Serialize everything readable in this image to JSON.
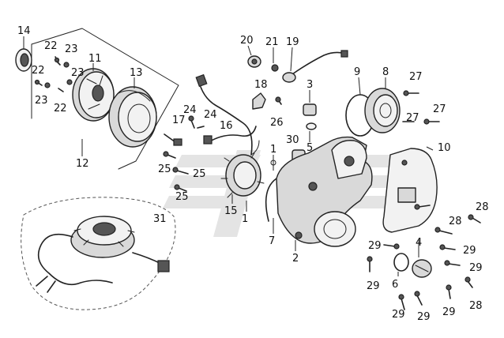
{
  "callouts": [
    {
      "id": "c14",
      "text": "14"
    },
    {
      "id": "c22a",
      "text": "22"
    },
    {
      "id": "c23a",
      "text": "23"
    },
    {
      "id": "c11",
      "text": "11"
    },
    {
      "id": "c13",
      "text": "13"
    },
    {
      "id": "c22b",
      "text": "22"
    },
    {
      "id": "c23b",
      "text": "23"
    },
    {
      "id": "c23c",
      "text": "23"
    },
    {
      "id": "c22c",
      "text": "22"
    },
    {
      "id": "c12",
      "text": "12"
    },
    {
      "id": "c20",
      "text": "20"
    },
    {
      "id": "c21",
      "text": "21"
    },
    {
      "id": "c19",
      "text": "19"
    },
    {
      "id": "c18",
      "text": "18"
    },
    {
      "id": "c3",
      "text": "3"
    },
    {
      "id": "c9",
      "text": "9"
    },
    {
      "id": "c8",
      "text": "8"
    },
    {
      "id": "c27a",
      "text": "27"
    },
    {
      "id": "c26",
      "text": "26"
    },
    {
      "id": "c27b",
      "text": "27"
    },
    {
      "id": "c27c",
      "text": "27"
    },
    {
      "id": "c24a",
      "text": "24"
    },
    {
      "id": "c24b",
      "text": "24"
    },
    {
      "id": "c17",
      "text": "17"
    },
    {
      "id": "c16",
      "text": "16"
    },
    {
      "id": "c5",
      "text": "5"
    },
    {
      "id": "c30",
      "text": "30"
    },
    {
      "id": "c1a",
      "text": "1"
    },
    {
      "id": "c10",
      "text": "10"
    },
    {
      "id": "c25a",
      "text": "25"
    },
    {
      "id": "c25b",
      "text": "25"
    },
    {
      "id": "c25c",
      "text": "25"
    },
    {
      "id": "c15",
      "text": "15"
    },
    {
      "id": "c1b",
      "text": "1"
    },
    {
      "id": "c31",
      "text": "31"
    },
    {
      "id": "c28a",
      "text": "28"
    },
    {
      "id": "c28b",
      "text": "28"
    },
    {
      "id": "c7",
      "text": "7"
    },
    {
      "id": "c4",
      "text": "4"
    },
    {
      "id": "c29a",
      "text": "29"
    },
    {
      "id": "c29b",
      "text": "29"
    },
    {
      "id": "c2",
      "text": "2"
    },
    {
      "id": "c29c",
      "text": "29"
    },
    {
      "id": "c6",
      "text": "6"
    },
    {
      "id": "c29d",
      "text": "29"
    },
    {
      "id": "c29e",
      "text": "29"
    },
    {
      "id": "c29f",
      "text": "29"
    },
    {
      "id": "c29g",
      "text": "29"
    },
    {
      "id": "c28c",
      "text": "28"
    }
  ],
  "colors": {
    "ink": "#222222",
    "shade": "#d9d9d9",
    "watermark": "#e4e4e4"
  }
}
